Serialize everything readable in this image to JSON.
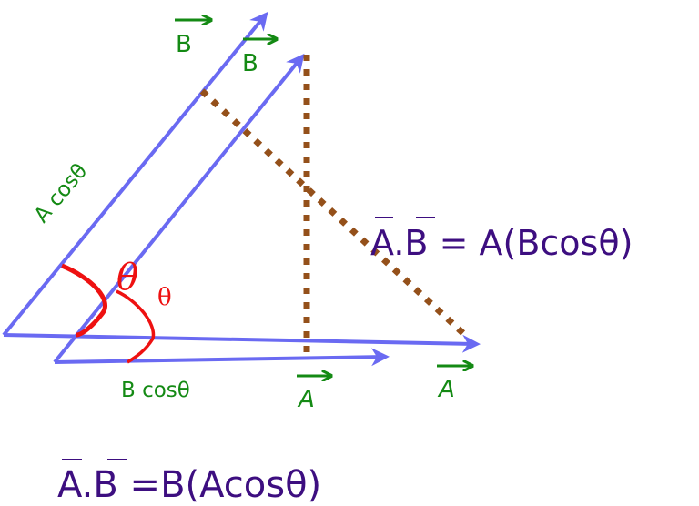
{
  "diagram": {
    "title": "Dot product projection diagram",
    "colors": {
      "vector_line": "#6a6af2",
      "projection_dots": "#94501a",
      "label_green": "#148a14",
      "angle_red": "#ee1111",
      "equation_purple": "#3d0e80",
      "background": "#ffffff"
    },
    "labels": {
      "vec_b_outer": "B",
      "vec_b_inner": "B",
      "vec_a_inner": "A",
      "vec_a_outer": "A",
      "a_cos_theta": "A cosθ",
      "b_cos_theta": "B cosθ",
      "theta_large": "θ",
      "theta_small": "θ"
    },
    "equations": {
      "right": {
        "lhs_a": "A",
        "dot": ".",
        "lhs_b": "B",
        "rhs": " = A(Bcosθ)"
      },
      "bottom": {
        "lhs_a": "A",
        "dot": ".",
        "lhs_b": "B",
        "rhs": " =B(Acosθ)"
      }
    }
  }
}
